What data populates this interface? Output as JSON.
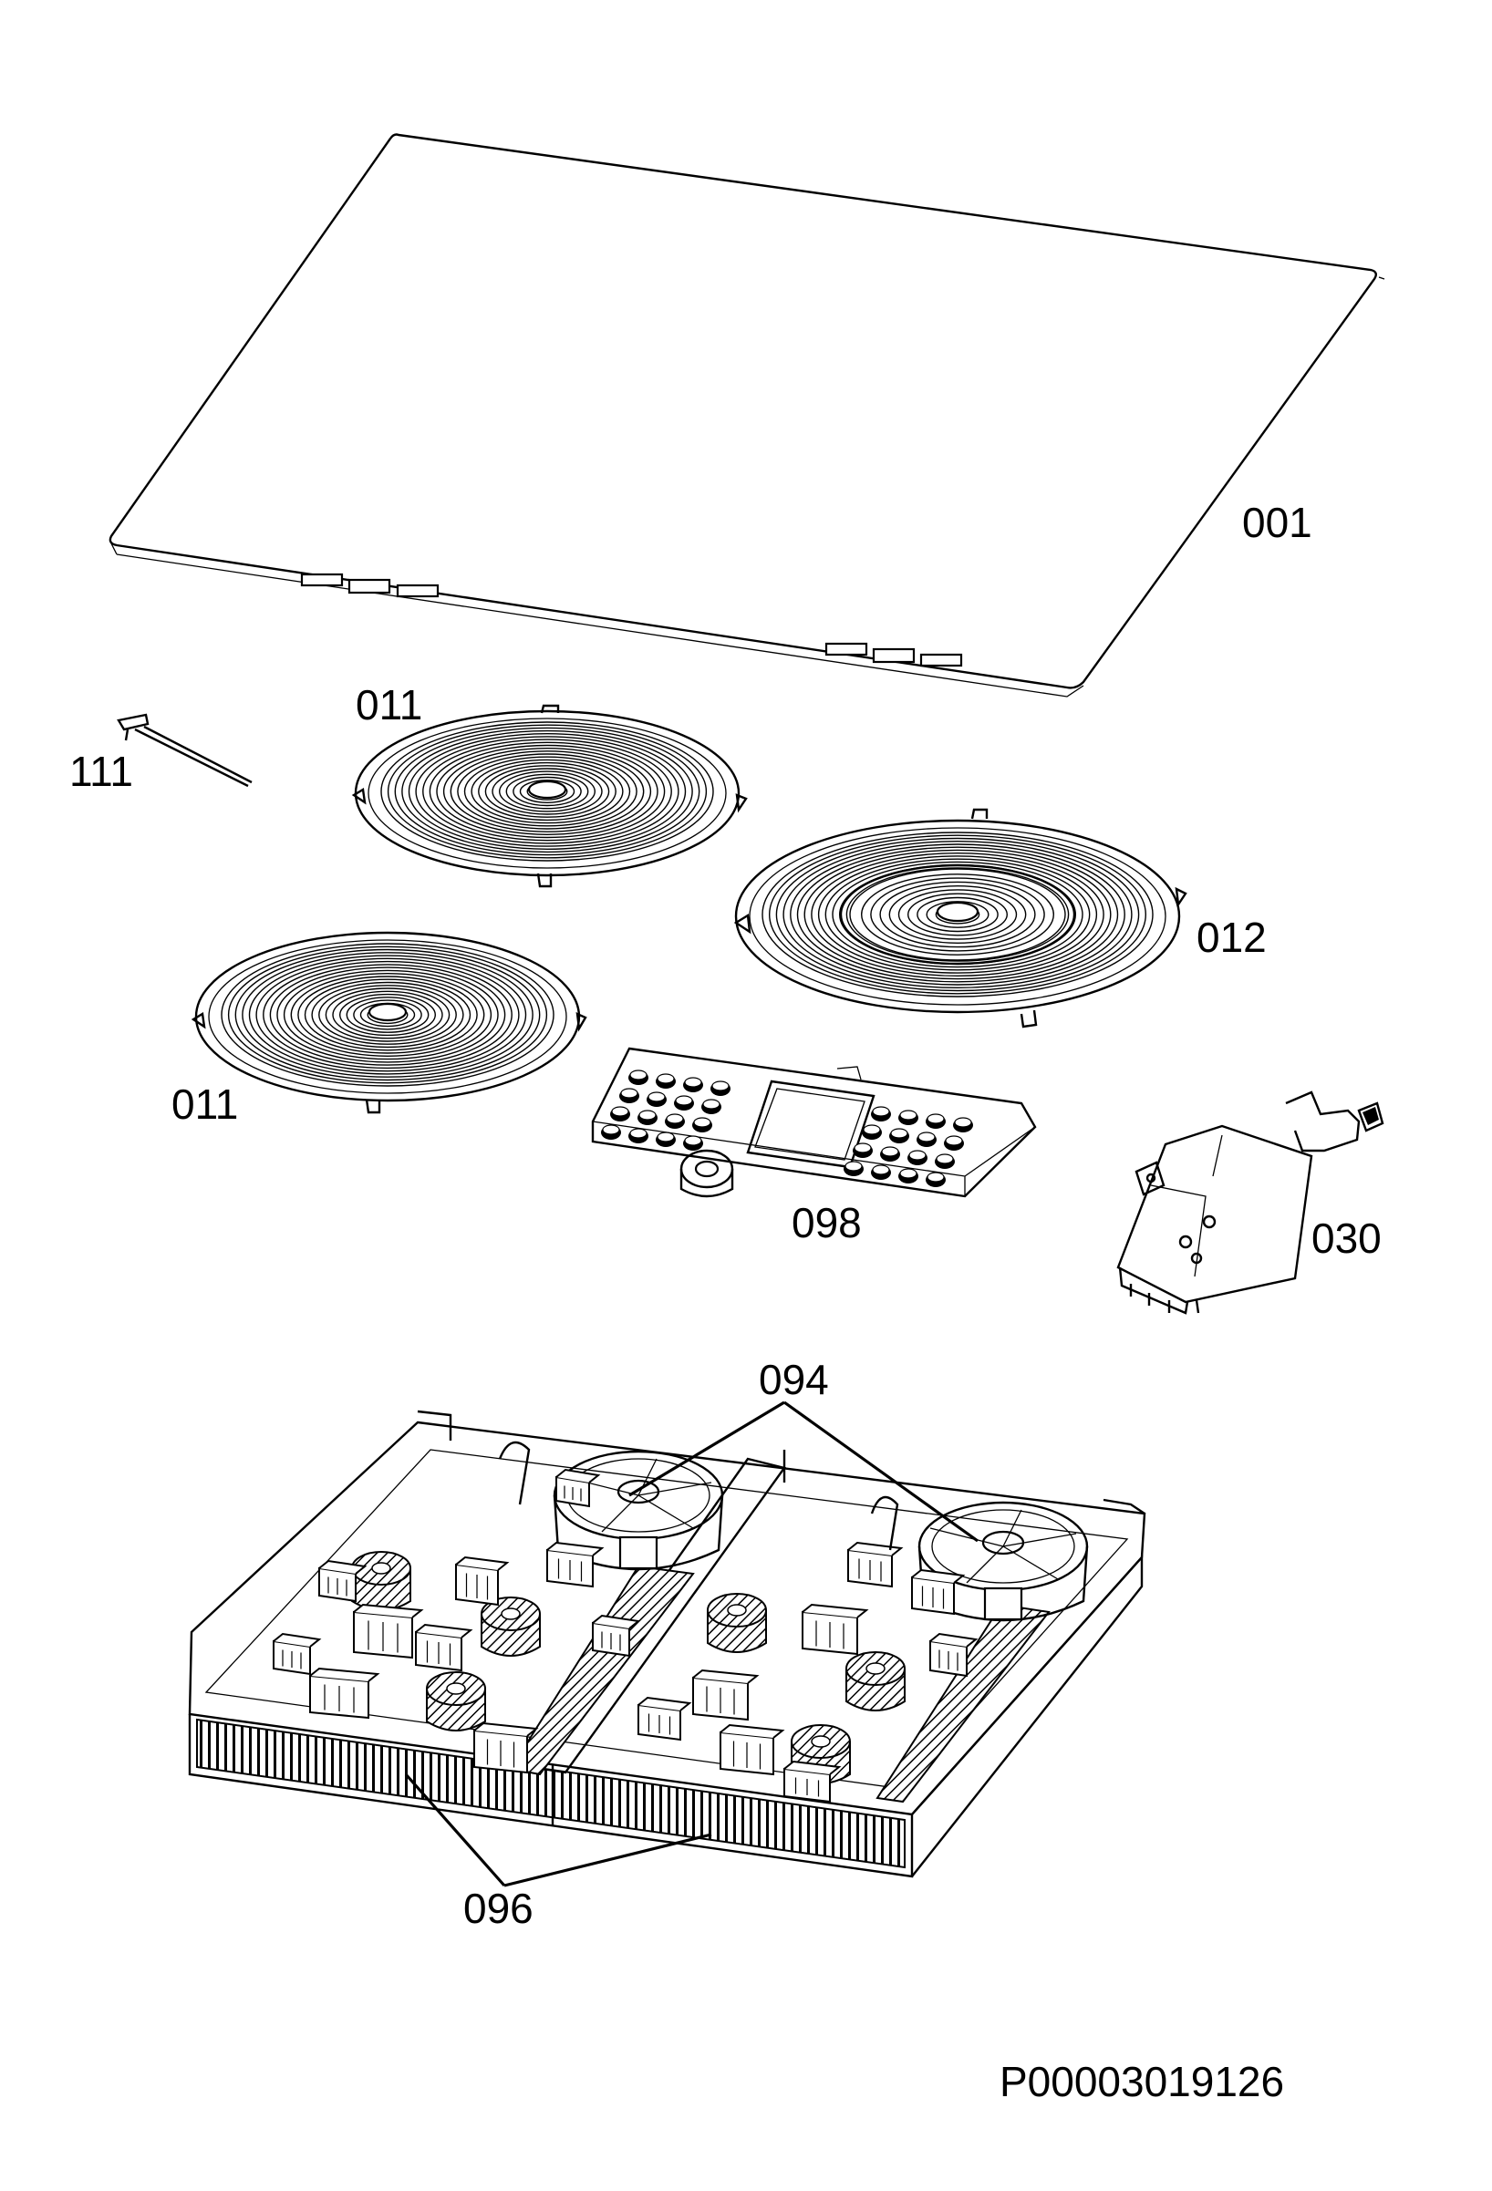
{
  "labels": {
    "p001": "001",
    "p011a": "011",
    "p111": "111",
    "p012": "012",
    "p011b": "011",
    "p098": "098",
    "p030": "030",
    "p094": "094",
    "p096": "096"
  },
  "document_code": "P00003019126"
}
